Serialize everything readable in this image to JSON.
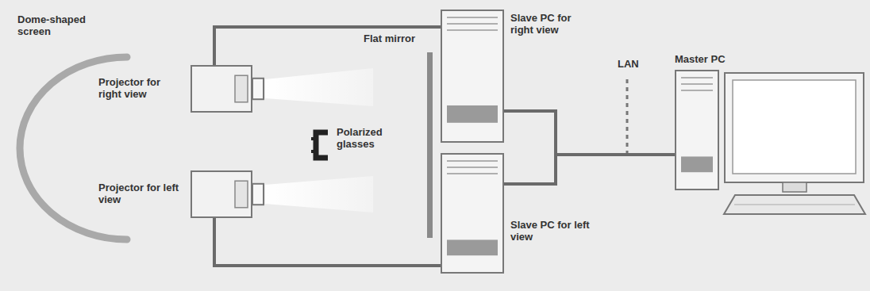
{
  "diagram": {
    "nodes": [
      {
        "text": [
          "Projector for right view"
        ]
      },
      {
        "text": [
          "Projector for left view"
        ]
      },
      {
        "text": [
          "Slave PC for right view"
        ]
      },
      {
        "text": [
          "Slave PC for left view"
        ]
      },
      {
        "text": [
          "Master PC"
        ]
      }
    ],
    "edges": [
      {
        "from": 2,
        "to": 0,
        "arrow": "none"
      },
      {
        "from": 3,
        "to": 1,
        "arrow": "none"
      },
      {
        "from": 4,
        "to": 2,
        "arrow": "none"
      },
      {
        "from": 4,
        "to": 3,
        "arrow": "none"
      }
    ],
    "labels": [
      "Dome-shaped screen",
      "Flat mirror",
      "Polarized glasses",
      "LAN"
    ]
  }
}
